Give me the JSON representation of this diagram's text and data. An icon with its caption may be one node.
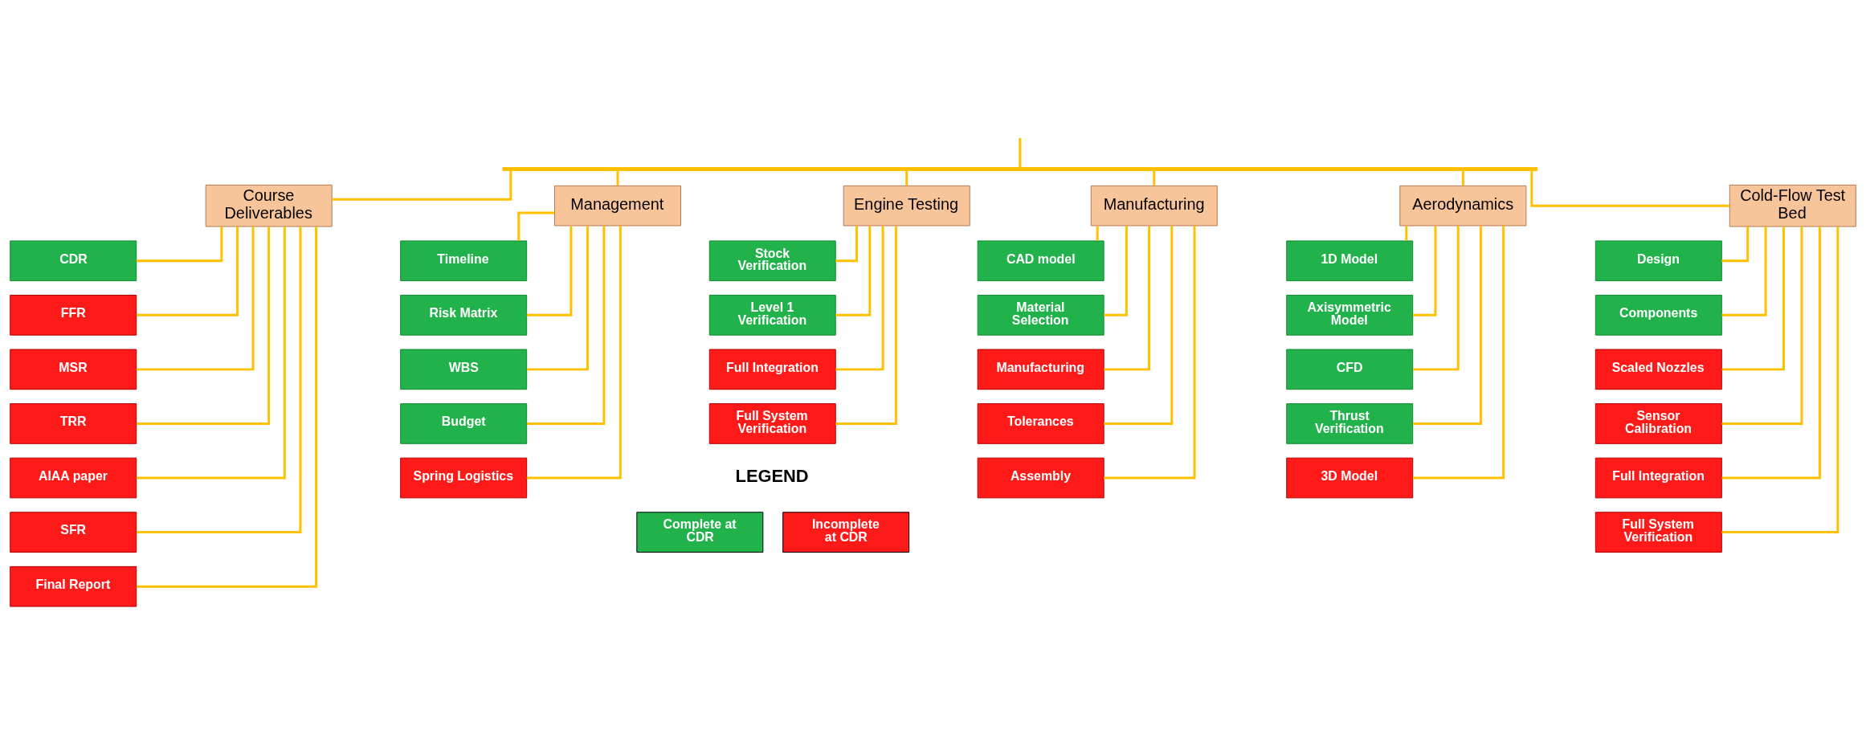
{
  "diagram": {
    "nodes": [
      {
        "text": [],
        "shape": "bar"
      },
      {
        "text": [
          "Course Deliverables"
        ]
      },
      {
        "text": [
          "CDR"
        ]
      },
      {
        "text": [
          "FFR"
        ]
      },
      {
        "text": [
          "MSR"
        ]
      },
      {
        "text": [
          "TRR"
        ]
      },
      {
        "text": [
          "AIAA paper"
        ]
      },
      {
        "text": [
          "SFR"
        ]
      },
      {
        "text": [
          "Final Report"
        ]
      },
      {
        "text": [
          "Management"
        ]
      },
      {
        "text": [
          "Timeline"
        ]
      },
      {
        "text": [
          "Risk Matrix"
        ]
      },
      {
        "text": [
          "WBS"
        ]
      },
      {
        "text": [
          "Budget"
        ]
      },
      {
        "text": [
          "Spring Logistics"
        ]
      },
      {
        "text": [
          "Engine Testing"
        ]
      },
      {
        "text": [
          "Stock Verification"
        ]
      },
      {
        "text": [
          "Level 1 Verification"
        ]
      },
      {
        "text": [
          "Full Integration"
        ]
      },
      {
        "text": [
          "Full System Verification"
        ]
      },
      {
        "text": [
          "Manufacturing"
        ]
      },
      {
        "text": [
          "CAD model"
        ]
      },
      {
        "text": [
          "Material Selection"
        ]
      },
      {
        "text": [
          "Manufacturing"
        ]
      },
      {
        "text": [
          "Tolerances"
        ]
      },
      {
        "text": [
          "Assembly"
        ]
      },
      {
        "text": [
          "Aerodynamics"
        ]
      },
      {
        "text": [
          "1D Model"
        ]
      },
      {
        "text": [
          "Axisymmetric Model"
        ]
      },
      {
        "text": [
          "CFD"
        ]
      },
      {
        "text": [
          "Thrust Verification"
        ]
      },
      {
        "text": [
          "3D Model"
        ]
      },
      {
        "text": [
          "Cold-Flow Test Bed"
        ]
      },
      {
        "text": [
          "Design"
        ]
      },
      {
        "text": [
          "Components"
        ]
      },
      {
        "text": [
          "Scaled Nozzles"
        ]
      },
      {
        "text": [
          "Sensor Calibration"
        ]
      },
      {
        "text": [
          "Full Integration"
        ]
      },
      {
        "text": [
          "Full System Verification"
        ]
      }
    ],
    "edges": [
      {
        "from": null,
        "to": 0,
        "arrow": "none"
      },
      {
        "from": 0,
        "to": 1,
        "arrow": "none"
      },
      {
        "from": 0,
        "to": 9,
        "arrow": "none"
      },
      {
        "from": 0,
        "to": 15,
        "arrow": "none"
      },
      {
        "from": 0,
        "to": 20,
        "arrow": "none"
      },
      {
        "from": 0,
        "to": 26,
        "arrow": "none"
      },
      {
        "from": 0,
        "to": 32,
        "arrow": "none"
      },
      {
        "from": 1,
        "to": 2,
        "arrow": "none"
      },
      {
        "from": 1,
        "to": 3,
        "arrow": "none"
      },
      {
        "from": 1,
        "to": 4,
        "arrow": "none"
      },
      {
        "from": 1,
        "to": 5,
        "arrow": "none"
      },
      {
        "from": 1,
        "to": 6,
        "arrow": "none"
      },
      {
        "from": 1,
        "to": 7,
        "arrow": "none"
      },
      {
        "from": 1,
        "to": 8,
        "arrow": "none"
      },
      {
        "from": 9,
        "to": 10,
        "arrow": "none"
      },
      {
        "from": 9,
        "to": 11,
        "arrow": "none"
      },
      {
        "from": 9,
        "to": 12,
        "arrow": "none"
      },
      {
        "from": 9,
        "to": 13,
        "arrow": "none"
      },
      {
        "from": 9,
        "to": 14,
        "arrow": "none"
      },
      {
        "from": 15,
        "to": 16,
        "arrow": "none"
      },
      {
        "from": 15,
        "to": 17,
        "arrow": "none"
      },
      {
        "from": 15,
        "to": 18,
        "arrow": "none"
      },
      {
        "from": 15,
        "to": 19,
        "arrow": "none"
      },
      {
        "from": 20,
        "to": 21,
        "arrow": "none"
      },
      {
        "from": 20,
        "to": 22,
        "arrow": "none"
      },
      {
        "from": 20,
        "to": 23,
        "arrow": "none"
      },
      {
        "from": 20,
        "to": 24,
        "arrow": "none"
      },
      {
        "from": 20,
        "to": 25,
        "arrow": "none"
      },
      {
        "from": 26,
        "to": 27,
        "arrow": "none"
      },
      {
        "from": 26,
        "to": 28,
        "arrow": "none"
      },
      {
        "from": 26,
        "to": 29,
        "arrow": "none"
      },
      {
        "from": 26,
        "to": 30,
        "arrow": "none"
      },
      {
        "from": 26,
        "to": 31,
        "arrow": "none"
      },
      {
        "from": 32,
        "to": 33,
        "arrow": "none"
      },
      {
        "from": 32,
        "to": 34,
        "arrow": "none"
      },
      {
        "from": 32,
        "to": 35,
        "arrow": "none"
      },
      {
        "from": 32,
        "to": 36,
        "arrow": "none"
      },
      {
        "from": 32,
        "to": 37,
        "arrow": "none"
      },
      {
        "from": 32,
        "to": 38,
        "arrow": "none"
      }
    ],
    "labels": [
      "LEGEND"
    ],
    "legend": [
      {
        "text": "Complete at CDR",
        "color": "#22b24c"
      },
      {
        "text": "Incomplete at CDR",
        "color": "#ff1a1a"
      }
    ]
  }
}
